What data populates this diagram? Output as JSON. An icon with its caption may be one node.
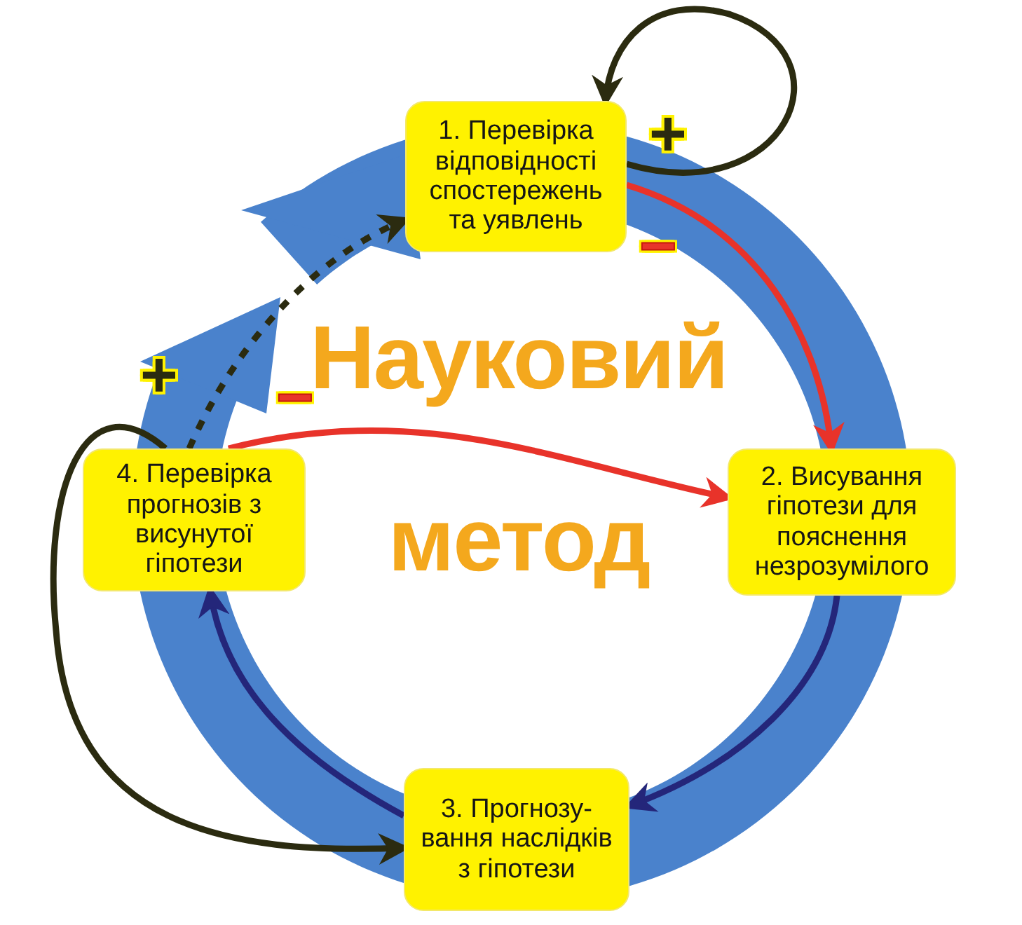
{
  "diagram": {
    "title": "Науковий метод",
    "nodes": [
      {
        "text": [
          "1. Перевірка відповідності спостережень та уявлень"
        ]
      },
      {
        "text": [
          "2. Висування гіпотези для пояснення незрозумілого"
        ]
      },
      {
        "text": [
          "3. Прогнозу-вання наслідків з гіпотези"
        ]
      },
      {
        "text": [
          "4. Перевірка прогнозів з висунутої гіпотези"
        ]
      }
    ],
    "edges": [
      {
        "from": 0,
        "to": 0,
        "arrow": "to"
      },
      {
        "from": 0,
        "to": 1,
        "arrow": "to",
        "color": "#e8332a"
      },
      {
        "from": 3,
        "to": 1,
        "arrow": "to",
        "color": "#e8332a"
      },
      {
        "from": 3,
        "to": 0,
        "arrow": "to",
        "style": "dashed"
      },
      {
        "from": 3,
        "to": 2,
        "arrow": "to"
      },
      {
        "from": 1,
        "to": 2,
        "arrow": "to",
        "color": "#24267a"
      },
      {
        "from": 2,
        "to": 3,
        "arrow": "to",
        "color": "#24267a"
      }
    ],
    "labels": [
      "+",
      "−",
      "+",
      "−"
    ]
  }
}
